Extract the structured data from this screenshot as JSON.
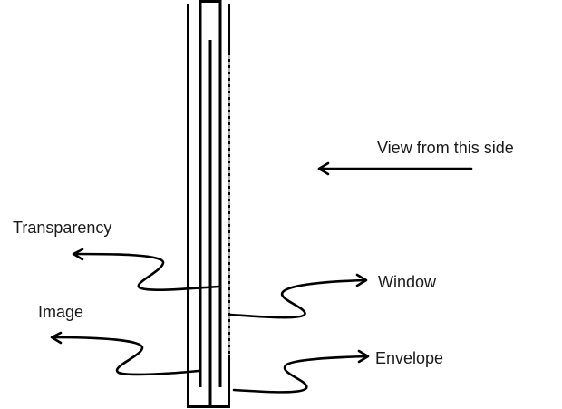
{
  "diagram": {
    "title": "Cross-section of window envelope with transparency and image",
    "labels": {
      "view_direction": "View from this side",
      "transparency": "Transparency",
      "image": "Image",
      "window": "Window",
      "envelope": "Envelope"
    },
    "colors": {
      "line": "#000000",
      "window_dashes": "#9a9a9a",
      "text": "#1a1a1a",
      "background": "#ffffff"
    }
  }
}
